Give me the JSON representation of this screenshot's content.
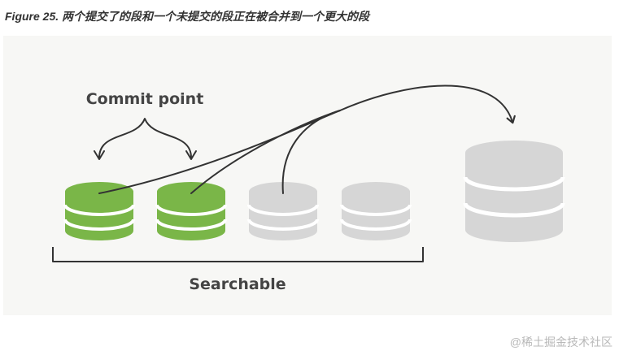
{
  "caption": "Figure 25. 两个提交了的段和一个未提交的段正在被合并到一个更大的段",
  "diagram": {
    "commit_label": "Commit point",
    "searchable_label": "Searchable",
    "colors": {
      "committed": "#7ab648",
      "uncommitted": "#d6d6d6",
      "stroke": "#333333",
      "panel": "#f7f7f5"
    }
  },
  "watermark": "@稀土掘金技术社区"
}
